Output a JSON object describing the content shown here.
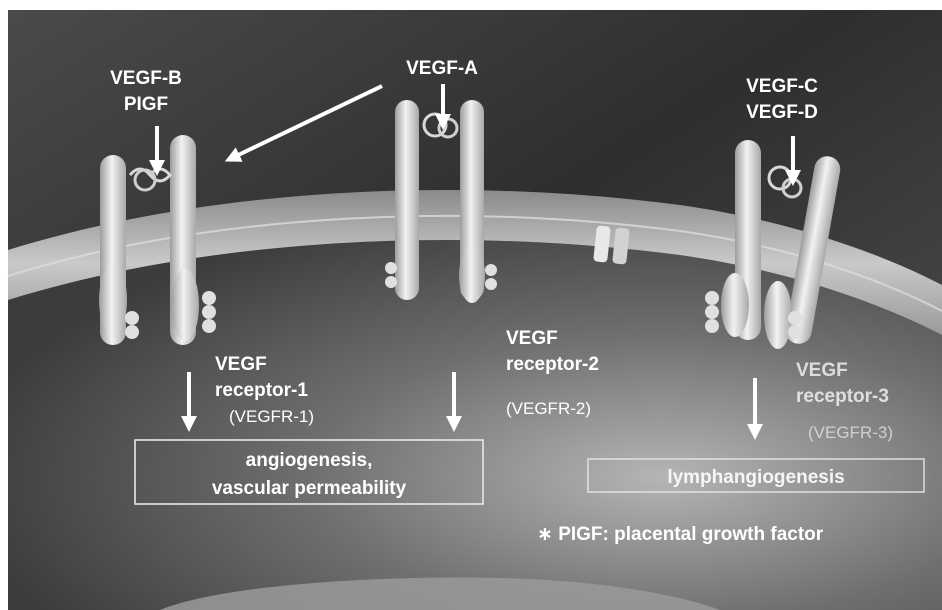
{
  "ligands": {
    "vegf_b": "VEGF-B",
    "pigf": "PIGF",
    "vegf_a": "VEGF-A",
    "vegf_c": "VEGF-C",
    "vegf_d": "VEGF-D"
  },
  "receptors": {
    "r1": {
      "name": "VEGF",
      "line2": "receptor-1",
      "abbr": "(VEGFR-1)"
    },
    "r2": {
      "name": "VEGF",
      "line2": "receptor-2",
      "abbr": "(VEGFR-2)"
    },
    "r3": {
      "name": "VEGF",
      "line2": "receptor-3",
      "abbr": "(VEGFR-3)"
    }
  },
  "outcomes": {
    "angiogenesis_line1": "angiogenesis,",
    "angiogenesis_line2": "vascular permeability",
    "lymphangiogenesis": "lymphangiogenesis"
  },
  "footnote": "∗ PIGF: placental growth factor",
  "colors": {
    "background_dark": "#3a3a3a",
    "membrane": "#b8b8b8",
    "receptor": "#e6e6e6",
    "text": "#ffffff"
  }
}
